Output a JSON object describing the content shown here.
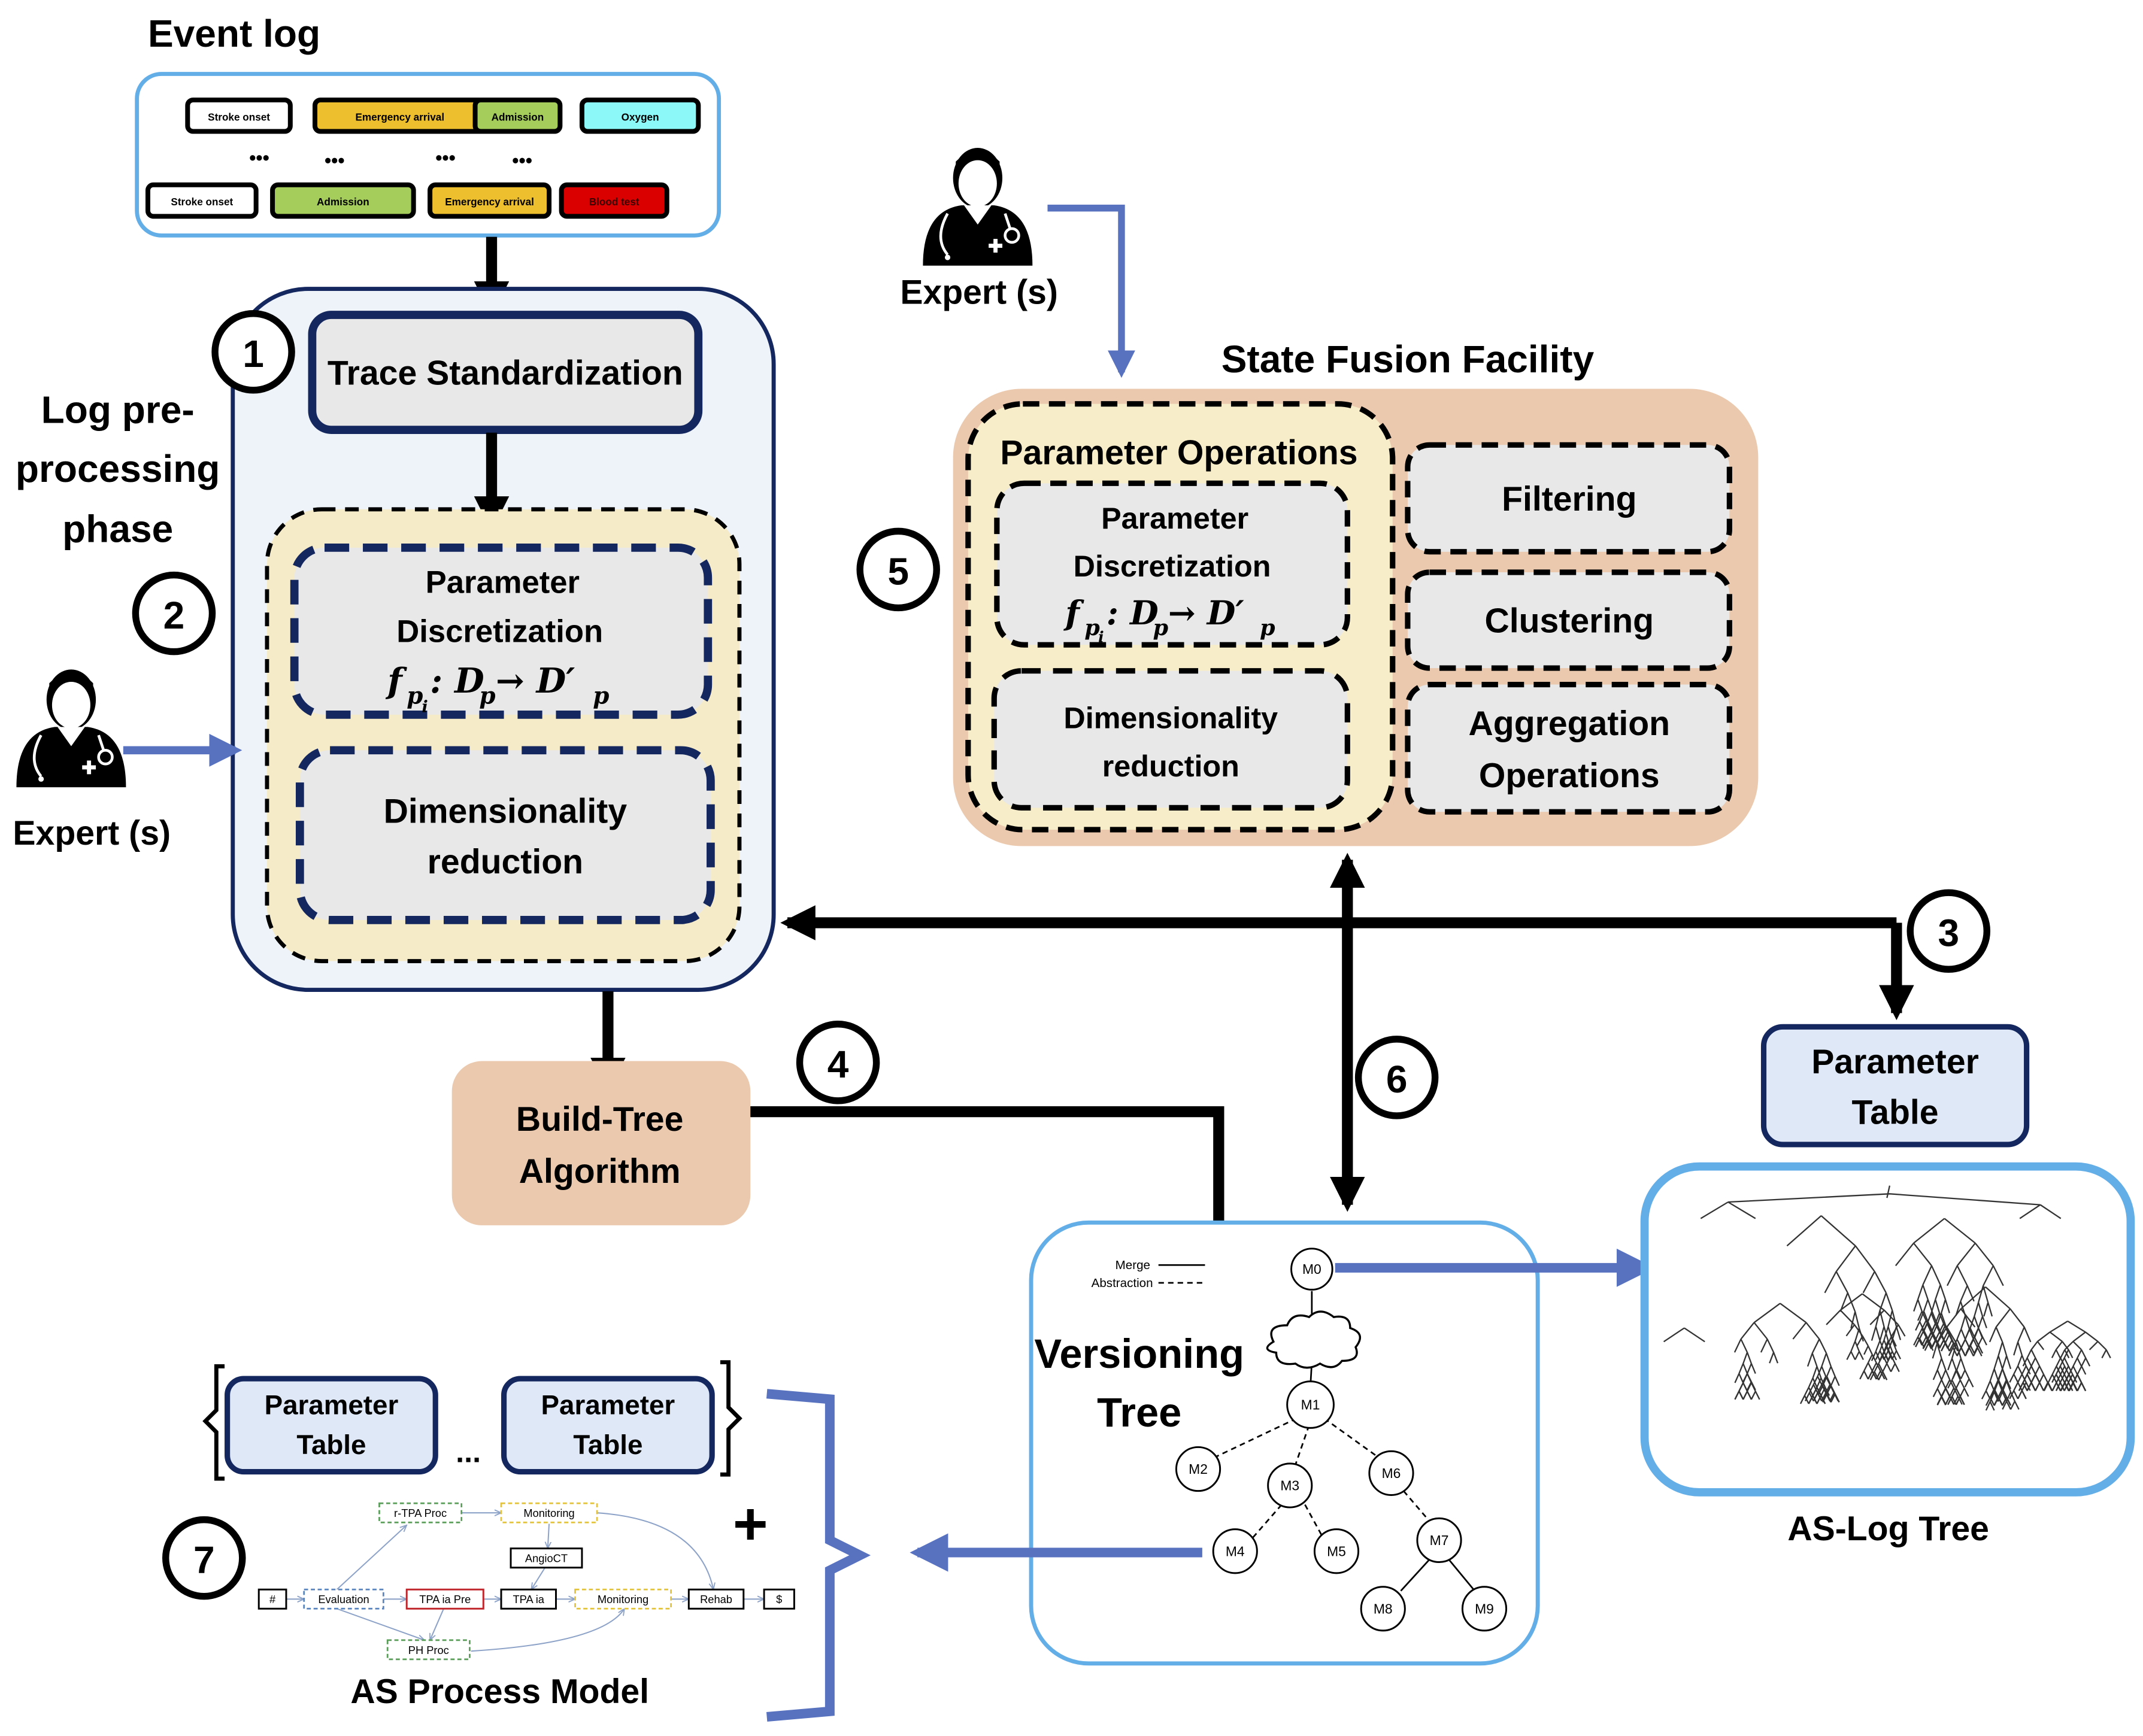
{
  "colors": {
    "light_blue_border": "#64AEE8",
    "navy": "#14275E",
    "pale_blue_fill": "#EEF3FA",
    "param_table_fill": "#DFE8F6",
    "cream_fill": "#F8EDC9",
    "peach_fill": "#EBC9AE",
    "gray_box_fill": "#E8E8E8",
    "expert_arrow": "#5872C0",
    "event_orange": "#EDBE2E",
    "event_green": "#A5CD5C",
    "event_cyan": "#8CF8F8",
    "event_red": "#DA0000"
  },
  "event_log": {
    "title": "Event log",
    "row1": [
      {
        "label": "Stroke onset",
        "color": "#FFFFFF"
      },
      {
        "label": "Emergency arrival",
        "color": "#EDBE2E"
      },
      {
        "label": "Admission",
        "color": "#A5CD5C"
      },
      {
        "label": "Oxygen",
        "color": "#8CF8F8"
      }
    ],
    "ellipsis": "•••",
    "row2": [
      {
        "label": "Stroke onset",
        "color": "#FFFFFF"
      },
      {
        "label": "Admission",
        "color": "#A5CD5C"
      },
      {
        "label": "Emergency arrival",
        "color": "#EDBE2E"
      },
      {
        "label": "Blood test",
        "color": "#DA0000"
      }
    ]
  },
  "preprocessing": {
    "phase_label": [
      "Log pre-",
      "processing",
      "phase"
    ],
    "trace_standardization": "Trace Standardization",
    "param_discretization": [
      "Parameter",
      "Discretization"
    ],
    "formula": "f",
    "formula_sub": "p",
    "formula_subsub": "i",
    "formula_rest": ": D",
    "formula_arrow": " → D′",
    "dimensionality": [
      "Dimensionality",
      "reduction"
    ]
  },
  "experts": {
    "label": "Expert (s)"
  },
  "steps": [
    "1",
    "2",
    "3",
    "4",
    "5",
    "6",
    "7"
  ],
  "state_fusion": {
    "title": "State Fusion Facility",
    "param_ops_title": "Parameter Operations",
    "param_discretization": [
      "Parameter",
      "Discretization"
    ],
    "dimensionality": [
      "Dimensionality",
      "reduction"
    ],
    "filtering": "Filtering",
    "clustering": "Clustering",
    "aggregation": [
      "Aggregation",
      "Operations"
    ]
  },
  "build_tree": [
    "Build-Tree",
    "Algorithm"
  ],
  "parameter_table": [
    "Parameter",
    "Table"
  ],
  "versioning_tree": {
    "title": [
      "Versioning",
      "Tree"
    ],
    "legend_merge": "Merge",
    "legend_abstraction": "Abstraction",
    "nodes": [
      "M0",
      "M1",
      "M2",
      "M3",
      "M4",
      "M5",
      "M6",
      "M7",
      "M8",
      "M9"
    ]
  },
  "as_log_tree": {
    "label": "AS-Log Tree"
  },
  "bottom": {
    "ellipsis": "...",
    "plus": "+",
    "process_model_label": "AS Process Model",
    "process_nodes": {
      "start": "#",
      "evaluation": "Evaluation",
      "tpa_ia_pre": "TPA ia Pre",
      "tpa_ia": "TPA ia",
      "monitoring_main": "Monitoring",
      "rehab": "Rehab",
      "end": "$",
      "rtpa_proc": "r-TPA Proc",
      "monitoring_top": "Monitoring",
      "angioct": "AngioCT",
      "ph_proc": "PH Proc"
    }
  }
}
